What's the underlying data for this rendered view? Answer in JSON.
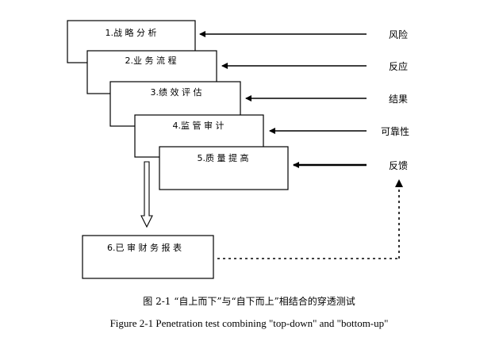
{
  "boxes": [
    {
      "label": "1.战 略 分 析"
    },
    {
      "label": "2.业 务 流 程"
    },
    {
      "label": "3.绩 效 评 估"
    },
    {
      "label": "4.监 管 审 计"
    },
    {
      "label": "5.质 量 提 高"
    },
    {
      "label": "6.已 审 财 务 报 表"
    }
  ],
  "side_labels": [
    "风险",
    "反应",
    "结果",
    "可靠性",
    "反馈"
  ],
  "caption": {
    "chinese": "图 2-1 “自上而下”与“自下而上”相结合的穿透测试",
    "english": "Figure 2-1 Penetration test combining \"top-down\" and \"bottom-up\""
  }
}
